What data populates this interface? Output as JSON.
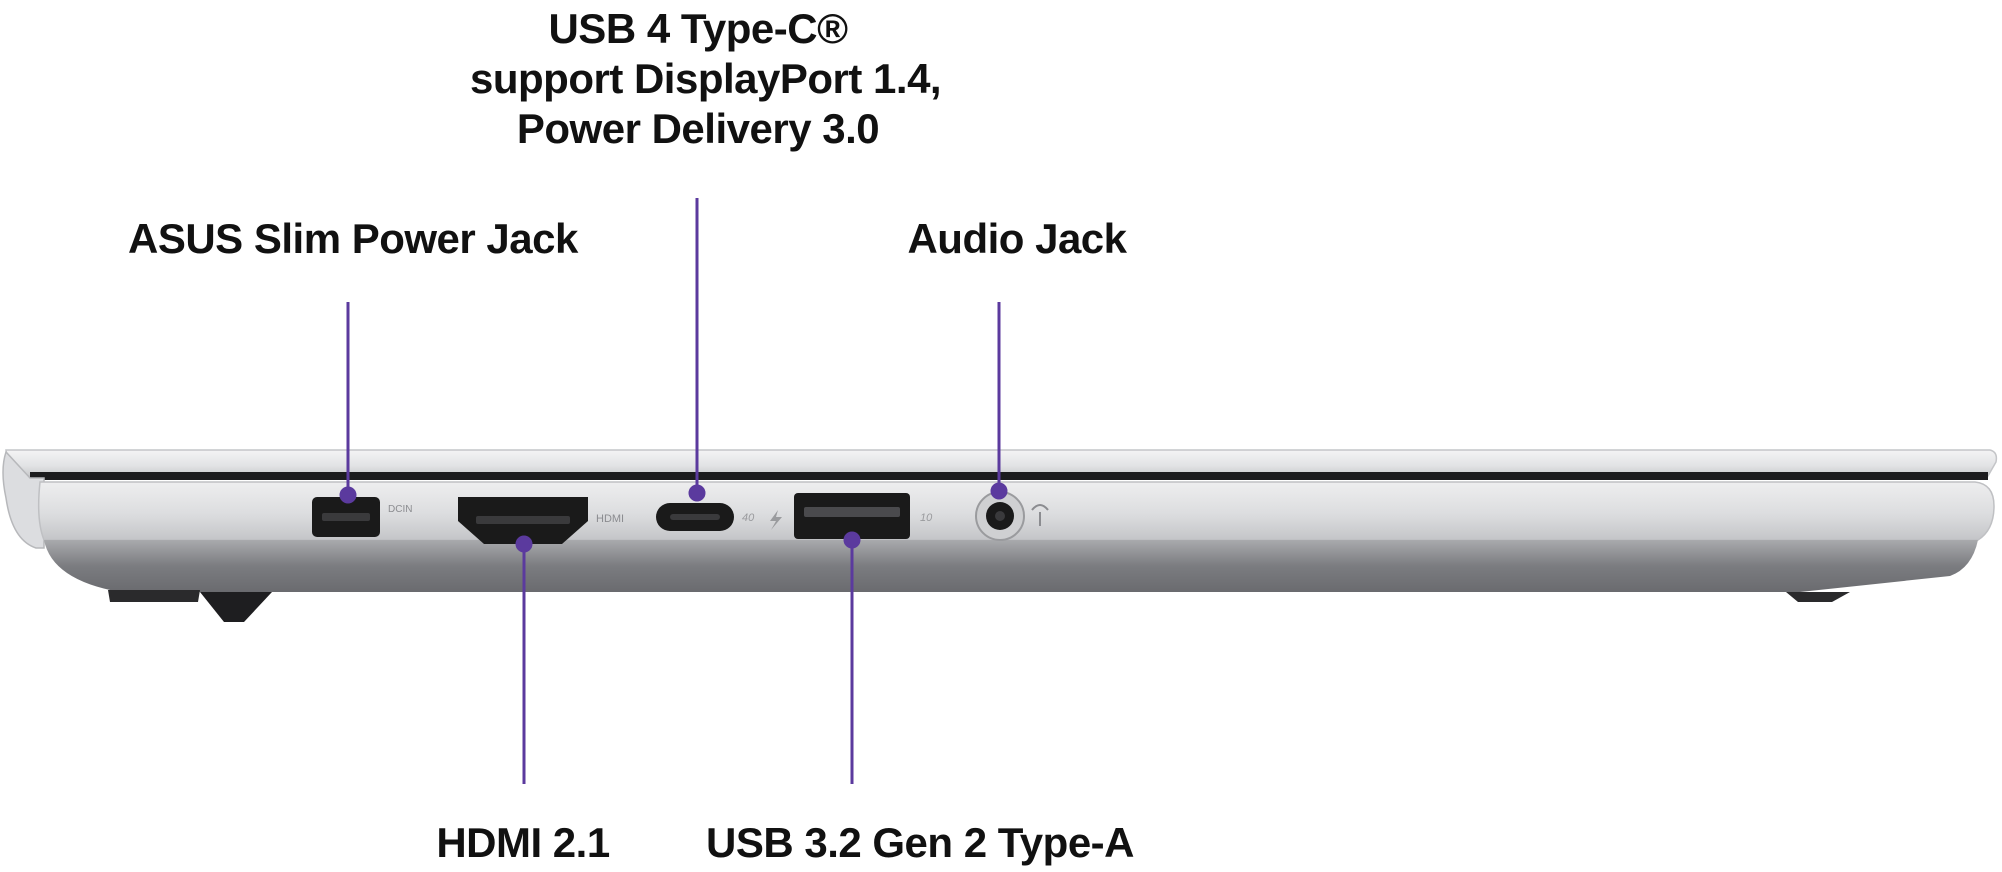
{
  "callouts": {
    "usb4": {
      "line1": "USB 4 Type-C®",
      "line2": "support DisplayPort 1.4,",
      "line3": "Power Delivery 3.0"
    },
    "power_jack": "ASUS Slim Power Jack",
    "audio_jack": "Audio Jack",
    "hdmi": "HDMI 2.1",
    "usb_a": "USB 3.2 Gen 2 Type-A"
  },
  "port_markings": {
    "dcin": "DCIN",
    "hdmi": "HDMI",
    "usb4_speed": "40",
    "usb_a_speed": "10"
  },
  "colors": {
    "callout_line": "#5b3a9e",
    "label_text": "#111111",
    "chassis_silver": "#d9dadc",
    "port_black": "#1a1a1a"
  }
}
